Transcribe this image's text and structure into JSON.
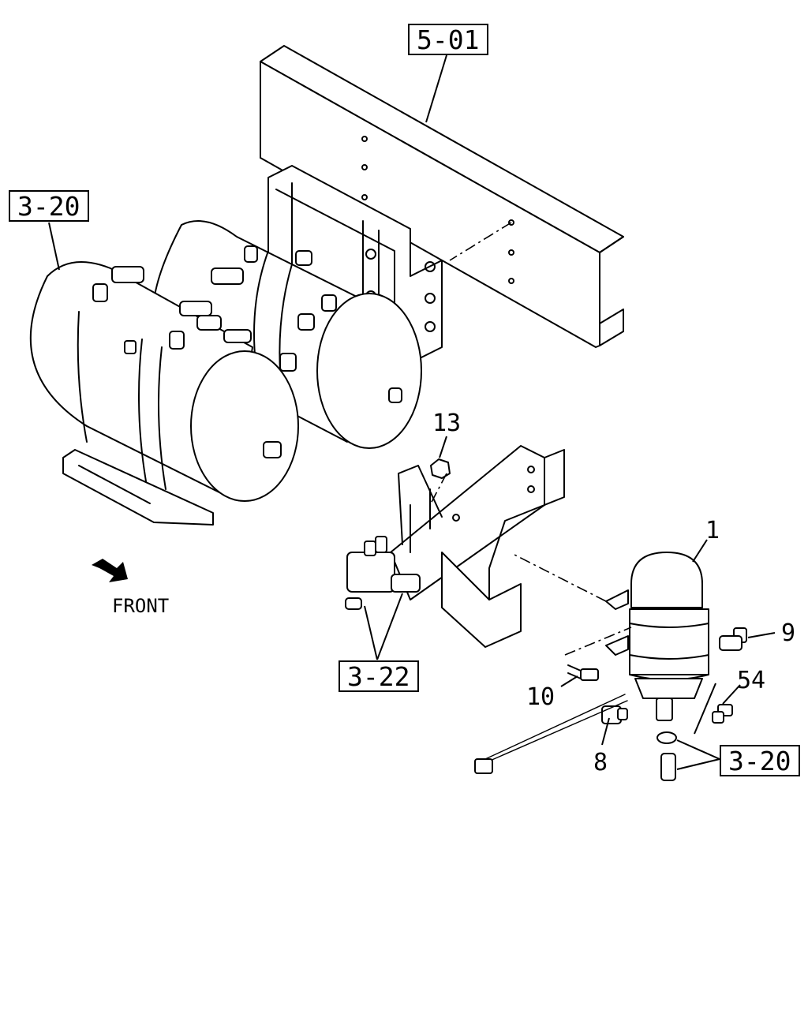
{
  "callouts": {
    "frame_ref": "5-01",
    "tank_ref": "3-20",
    "valve_ref": "3-22",
    "dryer_ref": "3-20"
  },
  "part_numbers": {
    "p1": "1",
    "p8": "8",
    "p9": "9",
    "p10": "10",
    "p13": "13",
    "p54": "54"
  },
  "direction": {
    "label": "FRONT",
    "icon": "front-arrow-icon"
  }
}
